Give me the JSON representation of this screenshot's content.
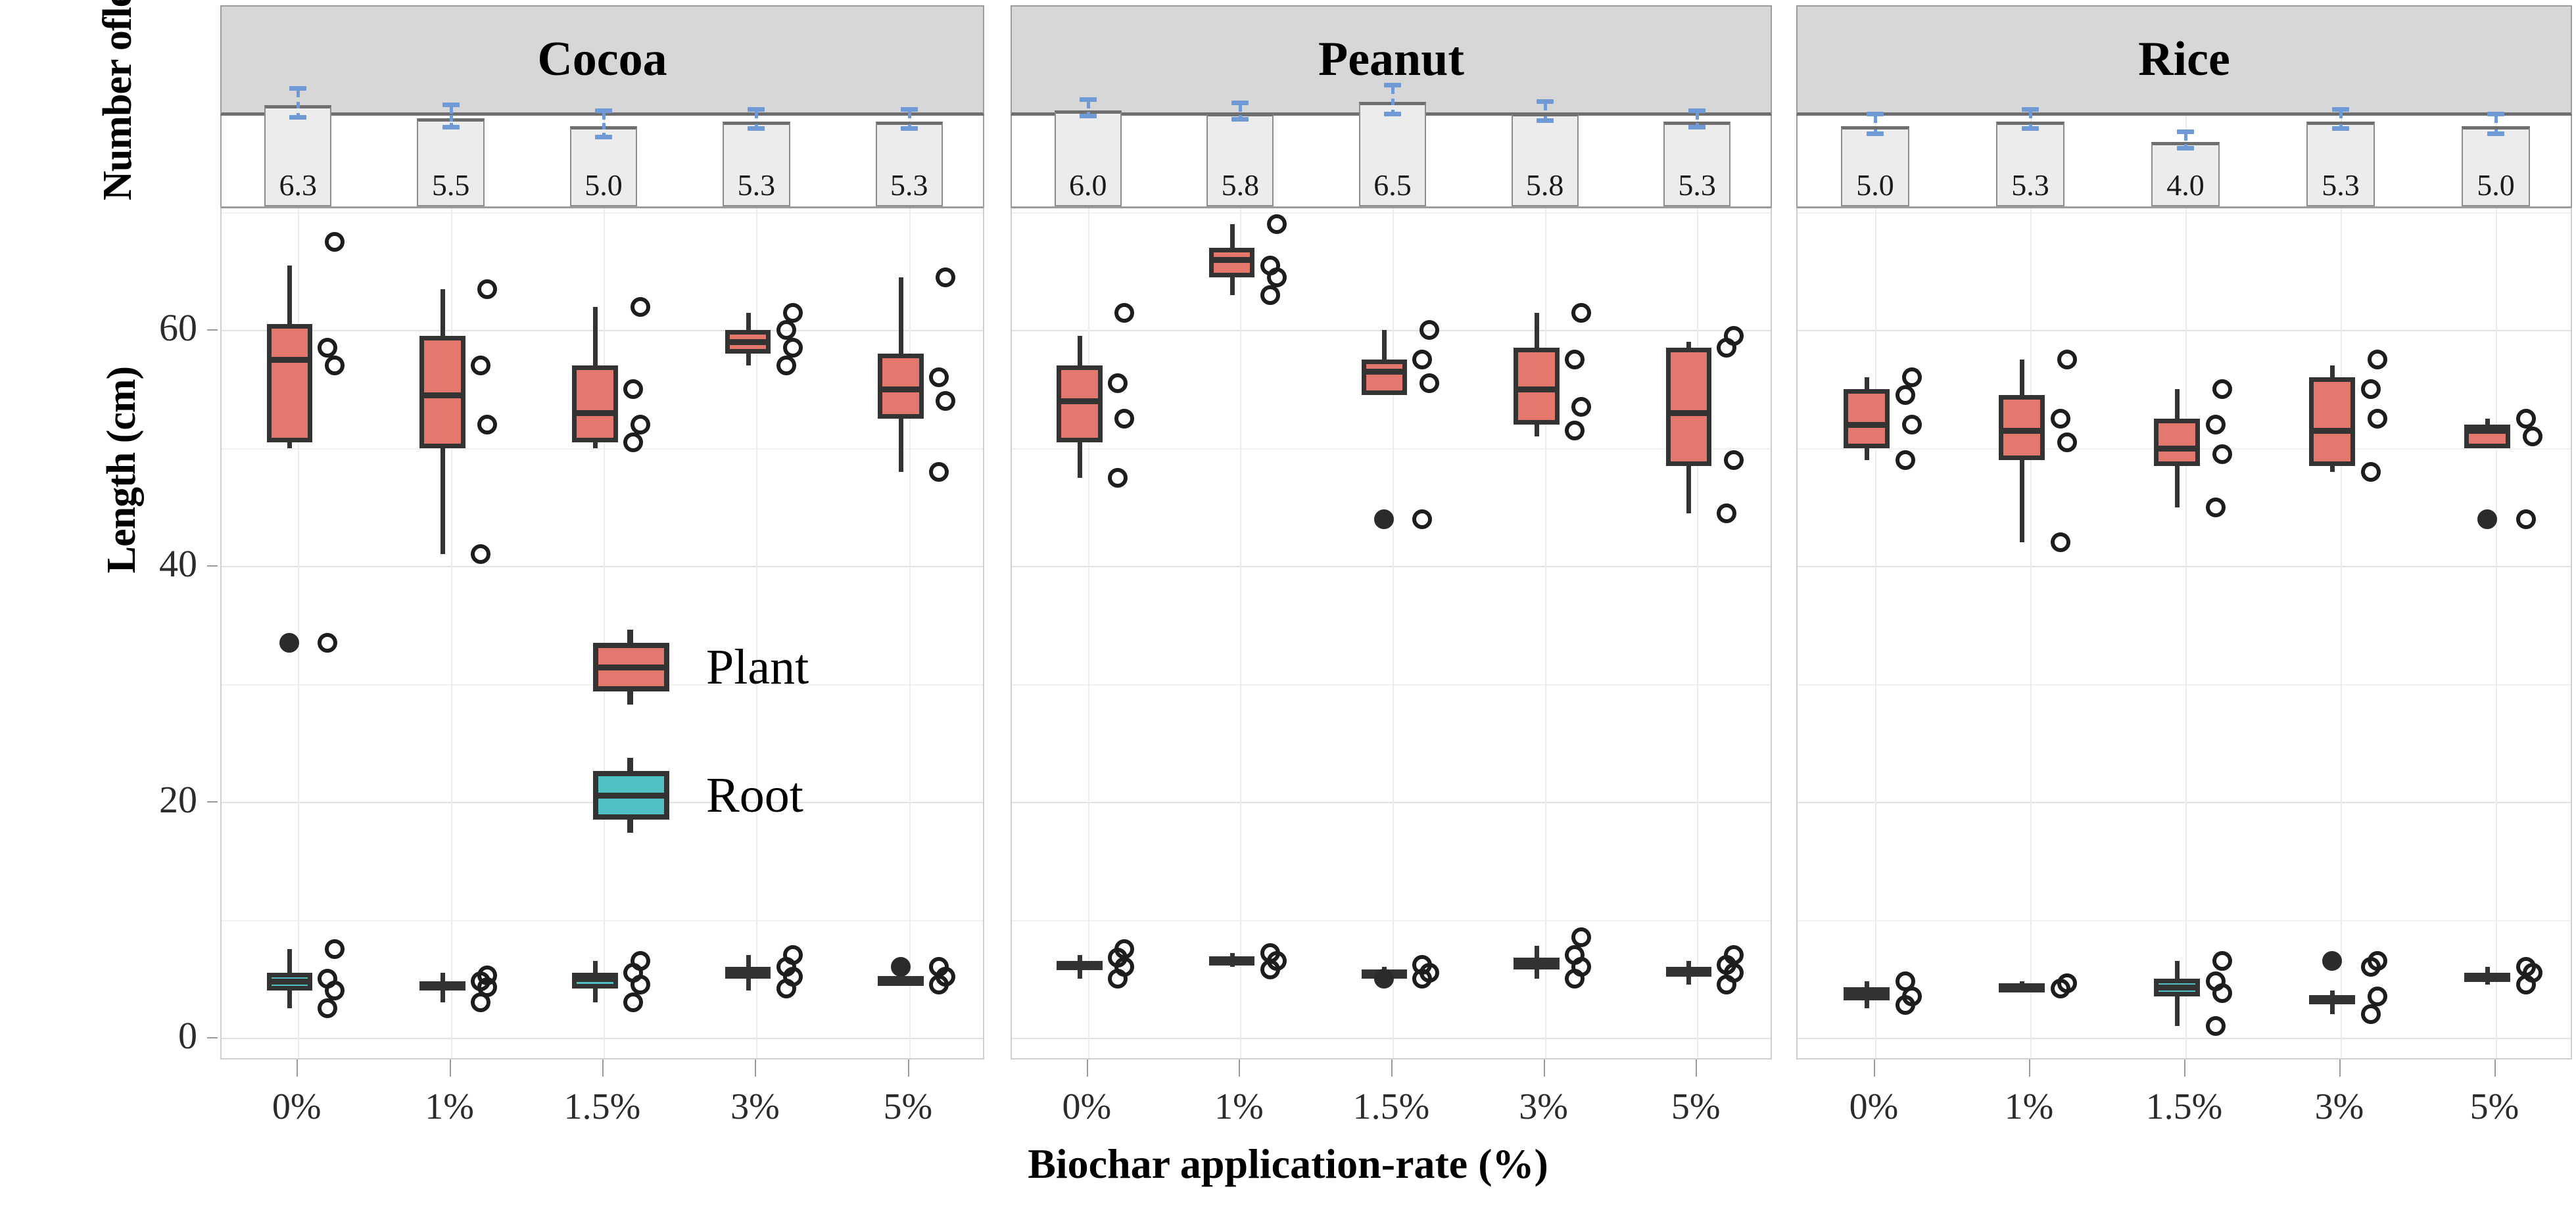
{
  "axes": {
    "y_top_title": "Number of\nleaves",
    "y_top_title_line1": "Number of",
    "y_top_title_line2": "leaves",
    "y_bottom_title": "Length (cm)",
    "x_title": "Biochar application-rate (%)",
    "y_ticks": [
      "60",
      "40",
      "20",
      "0"
    ],
    "x_ticks": [
      "0%",
      "1%",
      "1.5%",
      "3%",
      "5%"
    ]
  },
  "legend": {
    "position": "inside-left-panel",
    "items": [
      {
        "label": "Plant",
        "color": "#e5786d",
        "key": "plant"
      },
      {
        "label": "Root",
        "color": "#4fc0c4",
        "key": "root"
      }
    ]
  },
  "colors": {
    "plant": "#e5786d",
    "root": "#4fc0c4",
    "bar_fill": "#ececec",
    "bar_border": "#8c8c8c",
    "errorbar": "#6f9ad6",
    "strip_bg": "#d7d7d7",
    "outline": "#333333"
  },
  "chart_data": {
    "type": "bar",
    "title": "",
    "subtitle": "",
    "xlabel": "Biochar application-rate (%)",
    "ylabel": "Number of leaves / Length (cm)",
    "categories": [
      "0%",
      "1%",
      "1.5%",
      "3%",
      "5%"
    ],
    "facets": [
      "Cocoa",
      "Peanut",
      "Rice"
    ],
    "grid": true,
    "legend_position": "inside plot (Cocoa panel)",
    "top_panel": {
      "type": "bar",
      "ylabel": "Number of leaves",
      "ylim": [
        0,
        8
      ],
      "series": [
        {
          "name": "Cocoa",
          "values": [
            6.3,
            5.5,
            5.0,
            5.3,
            5.3
          ],
          "errors": [
            0.9,
            0.7,
            0.8,
            0.6,
            0.6
          ]
        },
        {
          "name": "Peanut",
          "values": [
            6.0,
            5.8,
            6.5,
            5.8,
            5.3
          ],
          "errors": [
            0.5,
            0.5,
            0.9,
            0.6,
            0.5
          ]
        },
        {
          "name": "Rice",
          "values": [
            5.0,
            5.3,
            4.0,
            5.3,
            5.0
          ],
          "errors": [
            0.6,
            0.6,
            0.5,
            0.6,
            0.6
          ]
        }
      ],
      "data_labels": [
        [
          "6.3",
          "5.5",
          "5.0",
          "5.3",
          "5.3"
        ],
        [
          "6.0",
          "5.8",
          "6.5",
          "5.8",
          "5.3"
        ],
        [
          "5.0",
          "5.3",
          "4.0",
          "5.3",
          "5.0"
        ]
      ]
    },
    "bottom_panel": {
      "type": "boxplot",
      "ylabel": "Length (cm)",
      "ylim": [
        0,
        70
      ],
      "ytick_values": [
        0,
        20,
        40,
        60
      ],
      "groups": [
        "Plant",
        "Root"
      ],
      "boxes": {
        "Cocoa": {
          "Plant": [
            {
              "cat": "0%",
              "min": 50.0,
              "q1": 50.5,
              "median": 57.5,
              "q3": 60.5,
              "max": 65.5,
              "outliers": [
                33.5
              ],
              "points": [
                33.5,
                57.0,
                58.5,
                67.5
              ]
            },
            {
              "cat": "1%",
              "min": 41.0,
              "q1": 50.0,
              "median": 54.5,
              "q3": 59.5,
              "max": 63.5,
              "outliers": [],
              "points": [
                41.0,
                52.0,
                57.0,
                63.5
              ]
            },
            {
              "cat": "1.5%",
              "min": 50.0,
              "q1": 50.5,
              "median": 53.0,
              "q3": 57.0,
              "max": 62.0,
              "outliers": [],
              "points": [
                50.5,
                52.0,
                55.0,
                62.0
              ]
            },
            {
              "cat": "3%",
              "min": 57.0,
              "q1": 58.0,
              "median": 59.0,
              "q3": 60.0,
              "max": 61.5,
              "outliers": [],
              "points": [
                57.0,
                58.5,
                60.0,
                61.5
              ]
            },
            {
              "cat": "5%",
              "min": 48.0,
              "q1": 52.5,
              "median": 55.0,
              "q3": 58.0,
              "max": 64.5,
              "outliers": [],
              "points": [
                48.0,
                54.0,
                56.0,
                64.5
              ]
            }
          ],
          "Root": [
            {
              "cat": "0%",
              "min": 2.5,
              "q1": 4.0,
              "median": 4.8,
              "q3": 5.5,
              "max": 7.5,
              "outliers": [],
              "points": [
                2.5,
                4.0,
                5.0,
                7.5
              ]
            },
            {
              "cat": "1%",
              "min": 3.0,
              "q1": 4.2,
              "median": 4.5,
              "q3": 4.8,
              "max": 5.5,
              "outliers": [],
              "points": [
                3.0,
                4.3,
                4.8,
                5.3
              ]
            },
            {
              "cat": "1.5%",
              "min": 3.0,
              "q1": 4.2,
              "median": 5.0,
              "q3": 5.5,
              "max": 6.5,
              "outliers": [],
              "points": [
                3.0,
                4.5,
                5.5,
                6.5
              ]
            },
            {
              "cat": "3%",
              "min": 4.0,
              "q1": 5.0,
              "median": 5.5,
              "q3": 6.0,
              "max": 7.0,
              "outliers": [],
              "points": [
                4.2,
                5.2,
                6.0,
                7.0
              ]
            },
            {
              "cat": "5%",
              "min": 4.5,
              "q1": 4.8,
              "median": 5.0,
              "q3": 5.2,
              "max": 5.5,
              "outliers": [
                6.0
              ],
              "points": [
                4.5,
                5.2,
                6.0
              ]
            }
          ]
        },
        "Peanut": {
          "Plant": [
            {
              "cat": "0%",
              "min": 47.5,
              "q1": 50.5,
              "median": 54.0,
              "q3": 57.0,
              "max": 59.5,
              "outliers": [],
              "points": [
                47.5,
                52.5,
                55.5,
                61.5
              ]
            },
            {
              "cat": "1%",
              "min": 63.0,
              "q1": 64.5,
              "median": 66.0,
              "q3": 67.0,
              "max": 69.0,
              "outliers": [],
              "points": [
                63.0,
                64.5,
                65.5,
                69.0
              ]
            },
            {
              "cat": "1.5%",
              "min": 54.5,
              "q1": 54.5,
              "median": 56.5,
              "q3": 57.5,
              "max": 60.0,
              "outliers": [
                44.0
              ],
              "points": [
                44.0,
                55.5,
                57.5,
                60.0
              ]
            },
            {
              "cat": "3%",
              "min": 51.0,
              "q1": 52.0,
              "median": 55.0,
              "q3": 58.5,
              "max": 61.5,
              "outliers": [],
              "points": [
                51.5,
                53.5,
                57.5,
                61.5
              ]
            },
            {
              "cat": "5%",
              "min": 44.5,
              "q1": 48.5,
              "median": 53.0,
              "q3": 58.5,
              "max": 59.0,
              "outliers": [],
              "points": [
                44.5,
                49.0,
                58.5,
                59.5
              ]
            }
          ],
          "Root": [
            {
              "cat": "0%",
              "min": 5.0,
              "q1": 5.8,
              "median": 6.2,
              "q3": 6.5,
              "max": 7.0,
              "outliers": [],
              "points": [
                5.0,
                6.0,
                6.8,
                7.5
              ]
            },
            {
              "cat": "1%",
              "min": 6.0,
              "q1": 6.3,
              "median": 6.6,
              "q3": 6.9,
              "max": 7.2,
              "outliers": [],
              "points": [
                5.8,
                6.5,
                7.2
              ]
            },
            {
              "cat": "1.5%",
              "min": 5.2,
              "q1": 5.4,
              "median": 5.6,
              "q3": 5.8,
              "max": 6.0,
              "outliers": [
                5.0
              ],
              "points": [
                5.0,
                5.5,
                6.2
              ]
            },
            {
              "cat": "3%",
              "min": 5.0,
              "q1": 5.8,
              "median": 6.2,
              "q3": 6.8,
              "max": 7.8,
              "outliers": [],
              "points": [
                5.0,
                6.0,
                7.0,
                8.5
              ]
            },
            {
              "cat": "5%",
              "min": 4.5,
              "q1": 5.2,
              "median": 5.6,
              "q3": 6.0,
              "max": 6.5,
              "outliers": [],
              "points": [
                4.5,
                5.5,
                6.2,
                7.0
              ]
            }
          ]
        },
        "Rice": {
          "Plant": [
            {
              "cat": "0%",
              "min": 49.0,
              "q1": 50.0,
              "median": 52.0,
              "q3": 55.0,
              "max": 56.0,
              "outliers": [],
              "points": [
                49.0,
                52.0,
                54.5,
                56.0
              ]
            },
            {
              "cat": "1%",
              "min": 42.0,
              "q1": 49.0,
              "median": 51.5,
              "q3": 54.5,
              "max": 57.5,
              "outliers": [],
              "points": [
                42.0,
                50.5,
                52.5,
                57.5
              ]
            },
            {
              "cat": "1.5%",
              "min": 45.0,
              "q1": 48.5,
              "median": 50.0,
              "q3": 52.5,
              "max": 55.0,
              "outliers": [],
              "points": [
                45.0,
                49.5,
                52.0,
                55.0
              ]
            },
            {
              "cat": "3%",
              "min": 48.0,
              "q1": 48.5,
              "median": 51.5,
              "q3": 56.0,
              "max": 57.0,
              "outliers": [],
              "points": [
                48.0,
                52.5,
                55.0,
                57.5
              ]
            },
            {
              "cat": "5%",
              "min": 50.0,
              "q1": 50.0,
              "median": 51.5,
              "q3": 52.0,
              "max": 52.5,
              "outliers": [
                44.0
              ],
              "points": [
                44.0,
                51.0,
                52.5
              ]
            }
          ],
          "Root": [
            {
              "cat": "0%",
              "min": 2.5,
              "q1": 3.2,
              "median": 3.8,
              "q3": 4.3,
              "max": 4.8,
              "outliers": [],
              "points": [
                2.8,
                3.5,
                4.8
              ]
            },
            {
              "cat": "1%",
              "min": 4.0,
              "q1": 4.2,
              "median": 4.4,
              "q3": 4.6,
              "max": 4.8,
              "outliers": [],
              "points": [
                4.2,
                4.6
              ]
            },
            {
              "cat": "1.5%",
              "min": 1.0,
              "q1": 3.5,
              "median": 4.3,
              "q3": 5.0,
              "max": 6.5,
              "outliers": [],
              "points": [
                1.0,
                3.8,
                4.8,
                6.5
              ]
            },
            {
              "cat": "3%",
              "min": 2.0,
              "q1": 3.0,
              "median": 3.3,
              "q3": 3.6,
              "max": 4.0,
              "outliers": [
                6.5
              ],
              "points": [
                2.0,
                3.5,
                6.0,
                6.5
              ]
            },
            {
              "cat": "5%",
              "min": 4.5,
              "q1": 5.0,
              "median": 5.2,
              "q3": 5.5,
              "max": 6.0,
              "outliers": [],
              "points": [
                4.5,
                5.5,
                6.0
              ]
            }
          ]
        }
      }
    }
  }
}
